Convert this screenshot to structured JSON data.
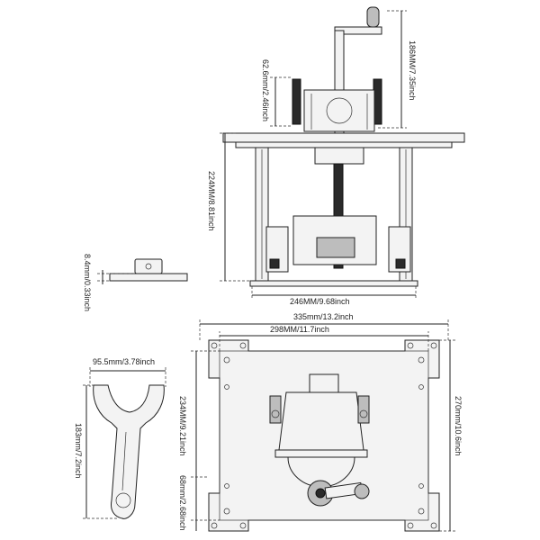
{
  "dimensions": {
    "side_top_height": "186MM/7.35inch",
    "side_guard_height": "62.6mm/2.46inch",
    "side_body_height": "224MM/8.81inch",
    "side_width": "246MM/9.68inch",
    "foot_height": "8.4mm/0.33inch",
    "plate_width": "335mm/13.2inch",
    "plate_inner_width": "298MM/11.7inch",
    "plate_height": "270mm/10.6inch",
    "plate_inner_height": "234MM/9.21inch",
    "plate_offset": "68mm/2.68inch",
    "wrench_width": "95.5mm/3.78inch",
    "wrench_height": "183mm/7.2inch"
  },
  "colors": {
    "line": "#222222",
    "part_fill": "#f3f3f3",
    "dark": "#2a2a2a",
    "grey": "#bdbdbd"
  }
}
